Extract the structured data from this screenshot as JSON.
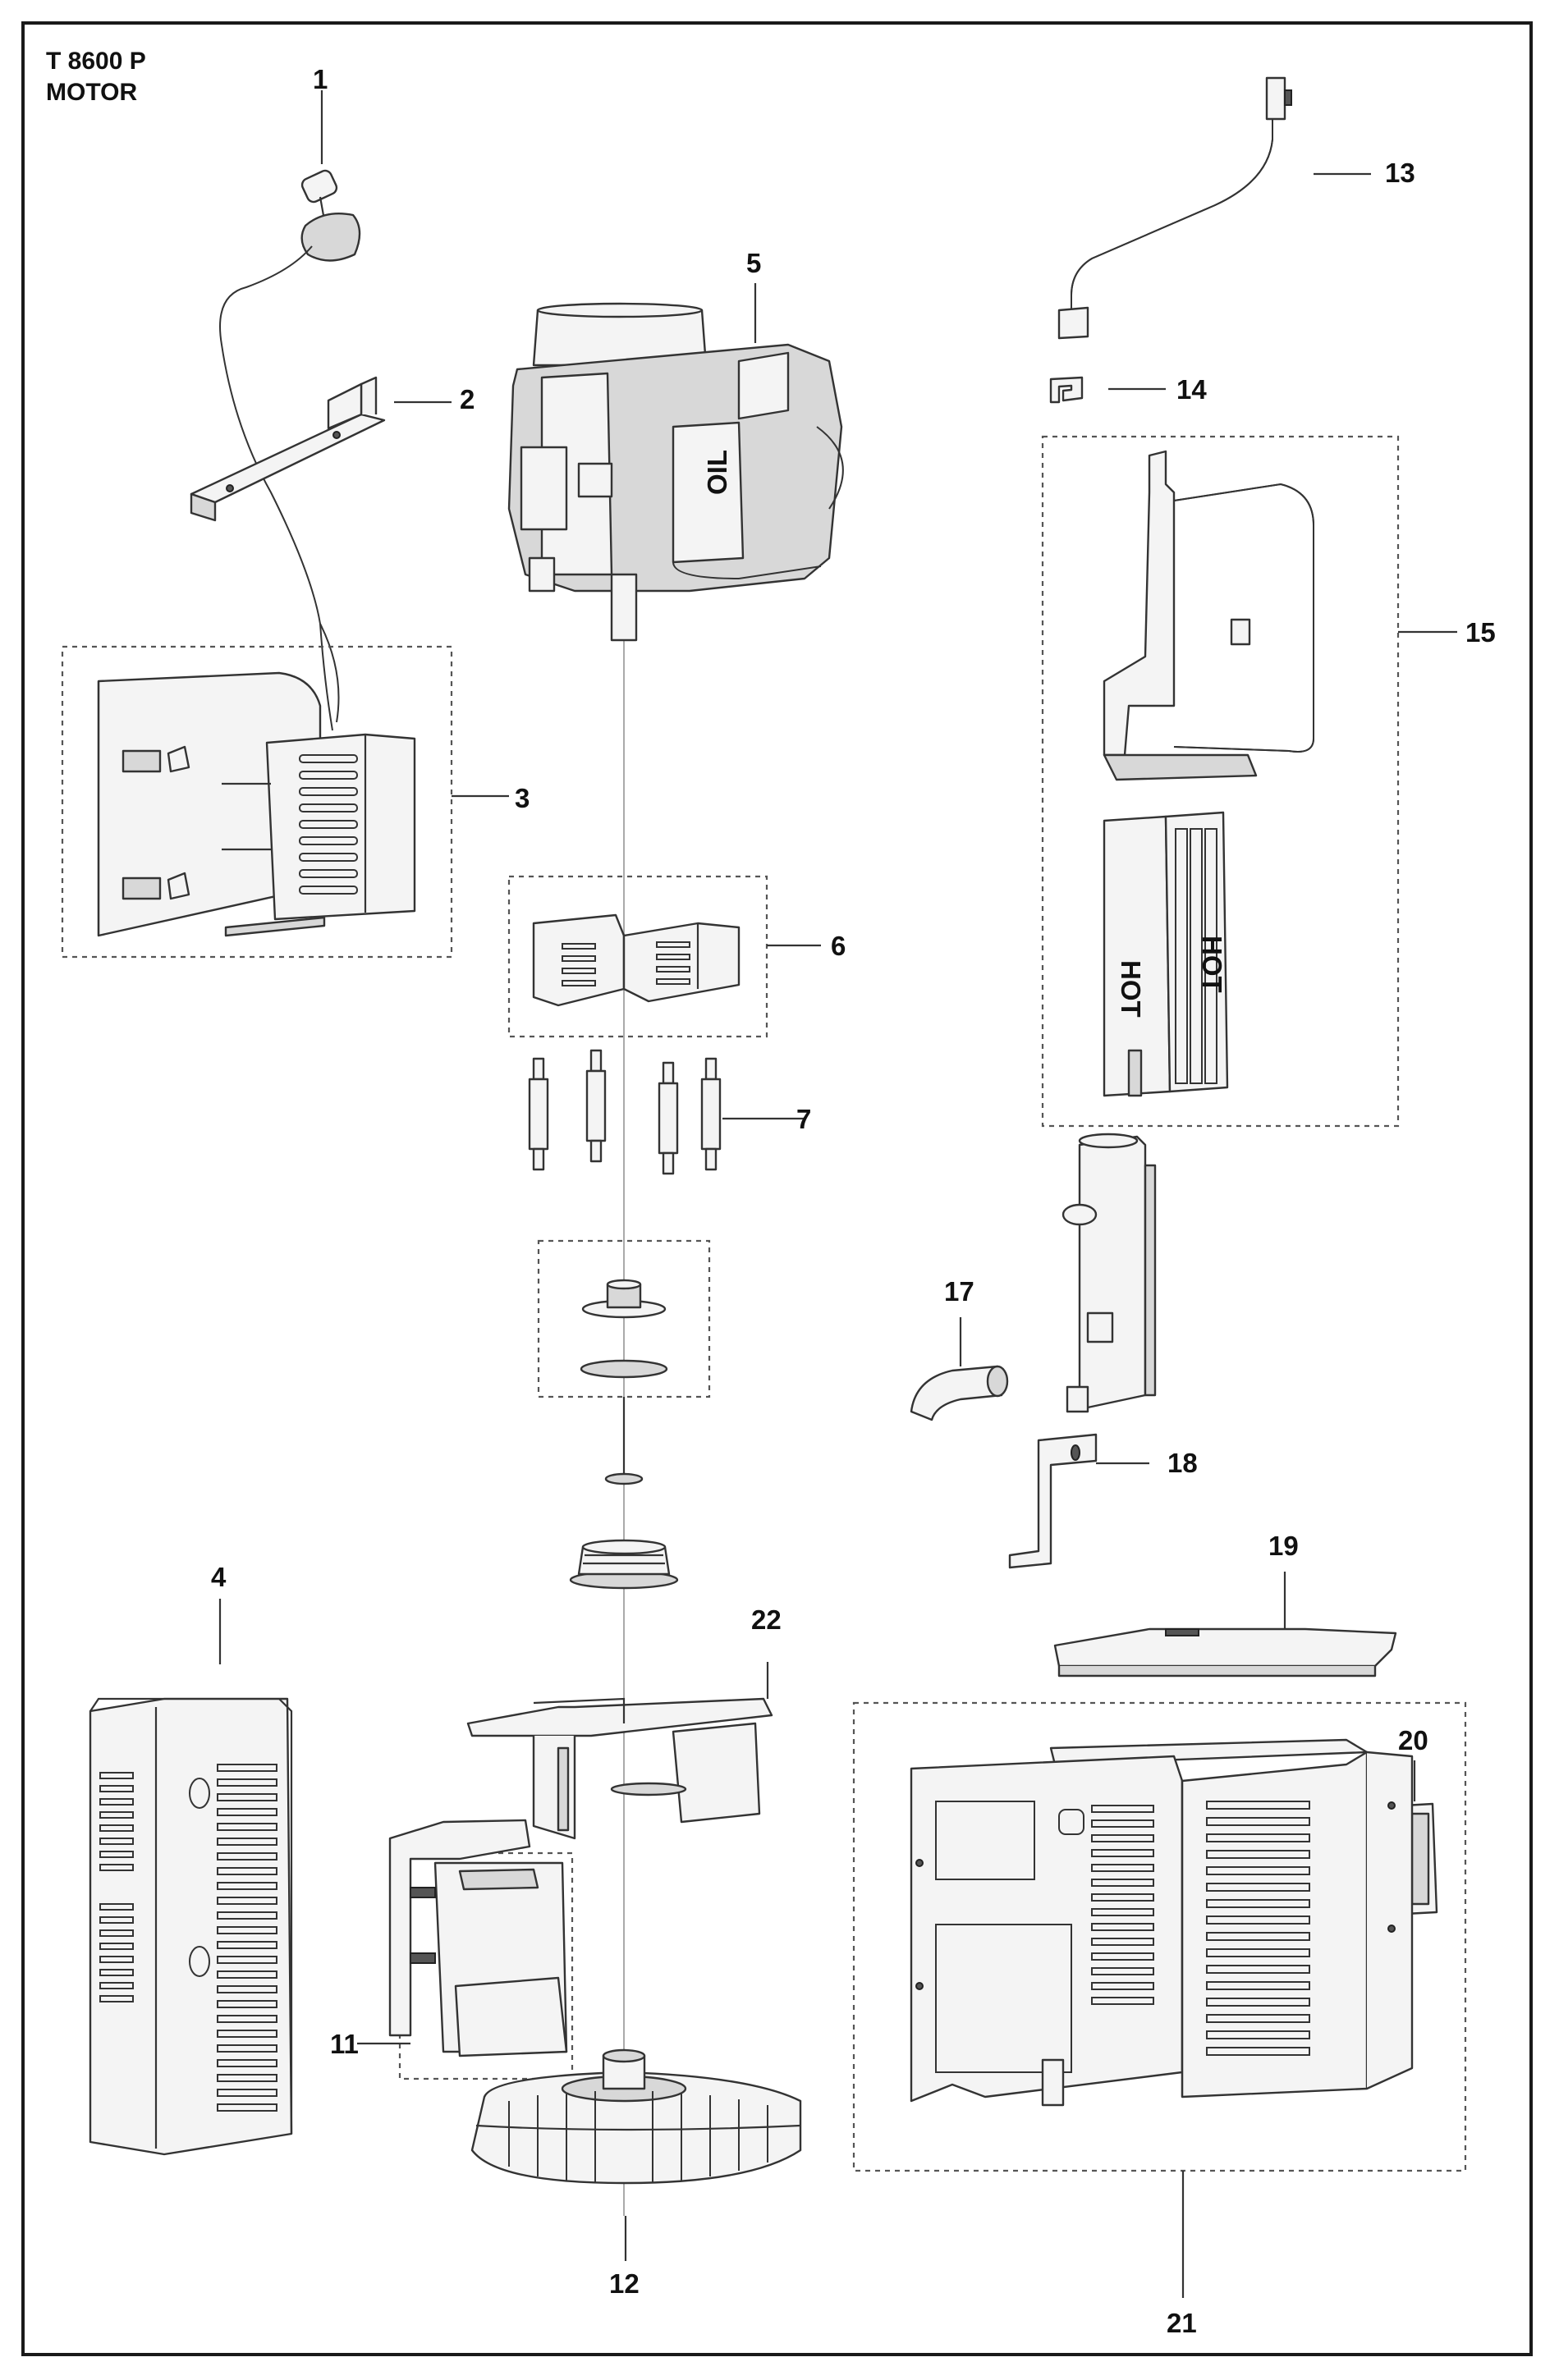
{
  "title": {
    "model": "T 8600 P",
    "group": "MOTOR"
  },
  "callouts": {
    "c1": "1",
    "c2": "2",
    "c3": "3",
    "c4": "4",
    "c5": "5",
    "c6": "6",
    "c7": "7",
    "c11": "11",
    "c12": "12",
    "c13": "13",
    "c14": "14",
    "c15": "15",
    "c17": "17",
    "c18": "18",
    "c19": "19",
    "c20": "20",
    "c21": "21",
    "c22": "22"
  },
  "engine_markings": {
    "oil": "OIL",
    "hot_a": "HOT",
    "hot_b": "HOT"
  }
}
